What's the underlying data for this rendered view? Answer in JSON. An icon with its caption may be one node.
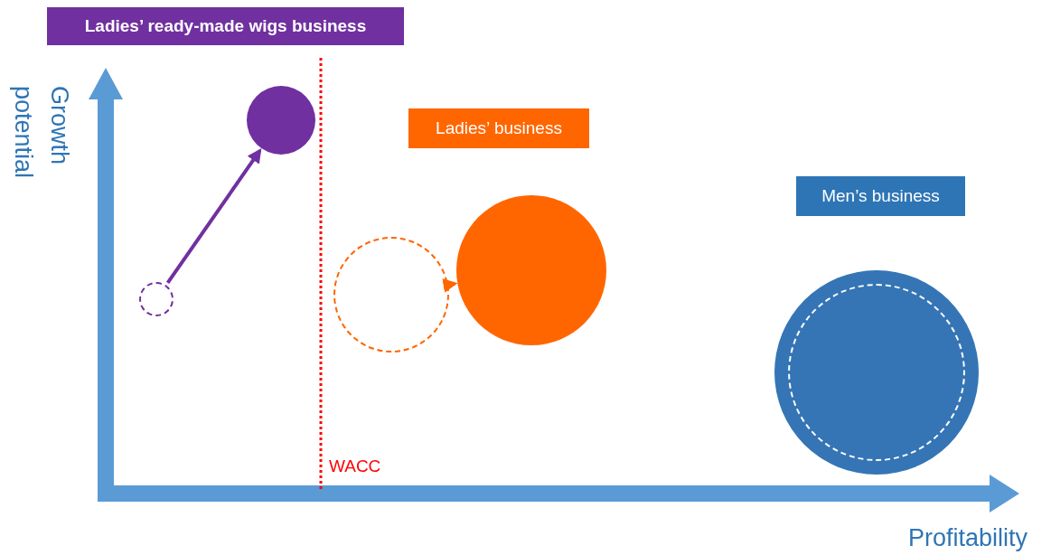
{
  "diagram": {
    "nodes": [
      {
        "text": [
          "Ladies’ ready-made wigs business"
        ]
      },
      {
        "text": [
          "Ladies’ business"
        ]
      },
      {
        "text": [
          "Men’s business"
        ]
      },
      {
        "text": [],
        "shape": "circle"
      },
      {
        "text": [],
        "shape": "circle"
      },
      {
        "text": [],
        "shape": "circle"
      },
      {
        "text": [],
        "shape": "circle"
      },
      {
        "text": [],
        "shape": "circle"
      },
      {
        "text": [],
        "shape": "circle",
        "in": 7
      }
    ],
    "edges": [
      {
        "from": 3,
        "to": 4,
        "arrow": "to",
        "color": "#7030a0"
      },
      {
        "from": 5,
        "to": 6,
        "arrow": "to",
        "color": "#ff6600"
      }
    ],
    "labels": [
      "Growth potential",
      "WACC",
      "Profitability"
    ]
  }
}
